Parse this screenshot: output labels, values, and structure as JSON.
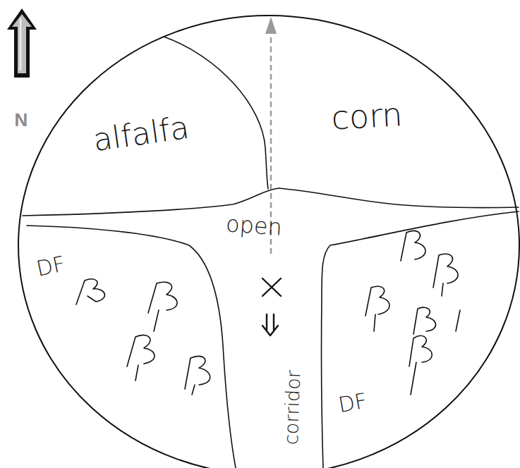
{
  "diagram": {
    "labels": [
      "N",
      "alfalfa",
      "corn",
      "open",
      "DF",
      "corridor",
      "DF"
    ]
  }
}
